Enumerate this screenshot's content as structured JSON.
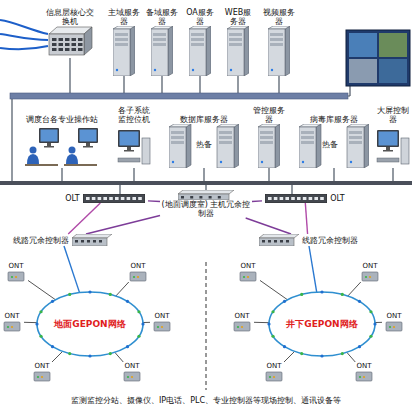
{
  "diagram": {
    "caption": "监测监控分站、摄像仪、IP电话、PLC、专业控制器等现场控制、通讯设备等",
    "nodes": [
      {
        "text": [
          "信息层核心交换机"
        ]
      },
      {
        "text": [
          "主域服务器"
        ]
      },
      {
        "text": [
          "备域服务器"
        ]
      },
      {
        "text": [
          "OA服务器"
        ]
      },
      {
        "text": [
          "WEB服务器"
        ]
      },
      {
        "text": [
          "视频服务器"
        ]
      },
      {
        "text": [
          "调度台各专业操作站"
        ]
      },
      {
        "text": [
          "各子系统监控位机"
        ]
      },
      {
        "text": [
          "数据库服务器"
        ]
      },
      {
        "text": [
          "管控服务器"
        ]
      },
      {
        "text": [
          "病毒库服务器"
        ]
      },
      {
        "text": [
          "大屏控制器"
        ]
      },
      {
        "text": [
          "OLT"
        ]
      },
      {
        "text": [
          "(地面调度室) 主机冗余控制器"
        ]
      },
      {
        "text": [
          "OLT"
        ]
      },
      {
        "text": [
          "线路冗余控制器"
        ]
      },
      {
        "text": [
          "线路冗余控制器"
        ]
      },
      {
        "text": [
          "地面GEPON网络"
        ]
      },
      {
        "text": [
          "井下GEPON网络"
        ]
      },
      {
        "text": [
          "ONT"
        ]
      },
      {
        "text": [
          "ONT"
        ]
      },
      {
        "text": [
          "ONT"
        ]
      },
      {
        "text": [
          "ONT"
        ]
      },
      {
        "text": [
          "ONT"
        ]
      },
      {
        "text": [
          "ONT"
        ]
      },
      {
        "text": [
          "ONT"
        ]
      },
      {
        "text": [
          "ONT"
        ]
      },
      {
        "text": [
          "ONT"
        ]
      },
      {
        "text": [
          "ONT"
        ]
      },
      {
        "text": [
          "ONT"
        ]
      },
      {
        "text": [
          "ONT"
        ]
      }
    ],
    "edges": [
      {
        "from": 12,
        "to": 15,
        "arrow": "none"
      },
      {
        "from": 13,
        "to": 15,
        "arrow": "none"
      },
      {
        "from": 13,
        "to": 16,
        "arrow": "none"
      },
      {
        "from": 14,
        "to": 16,
        "arrow": "none"
      },
      {
        "from": 12,
        "to": 13,
        "arrow": "none"
      },
      {
        "from": 14,
        "to": 13,
        "arrow": "none"
      },
      {
        "from": 15,
        "to": 17,
        "arrow": "none"
      },
      {
        "from": 16,
        "to": 18,
        "arrow": "none"
      },
      {
        "from": 19,
        "to": 17,
        "arrow": "none"
      },
      {
        "from": 20,
        "to": 17,
        "arrow": "none"
      },
      {
        "from": 21,
        "to": 17,
        "arrow": "none"
      },
      {
        "from": 22,
        "to": 17,
        "arrow": "none"
      },
      {
        "from": 23,
        "to": 17,
        "arrow": "none"
      },
      {
        "from": 24,
        "to": 17,
        "arrow": "none"
      },
      {
        "from": 25,
        "to": 18,
        "arrow": "none"
      },
      {
        "from": 26,
        "to": 18,
        "arrow": "none"
      },
      {
        "from": 27,
        "to": 18,
        "arrow": "none"
      },
      {
        "from": 28,
        "to": 18,
        "arrow": "none"
      },
      {
        "from": 29,
        "to": 18,
        "arrow": "none"
      },
      {
        "from": 30,
        "to": 18,
        "arrow": "none"
      }
    ],
    "labels": [
      "热备",
      "热备"
    ]
  }
}
